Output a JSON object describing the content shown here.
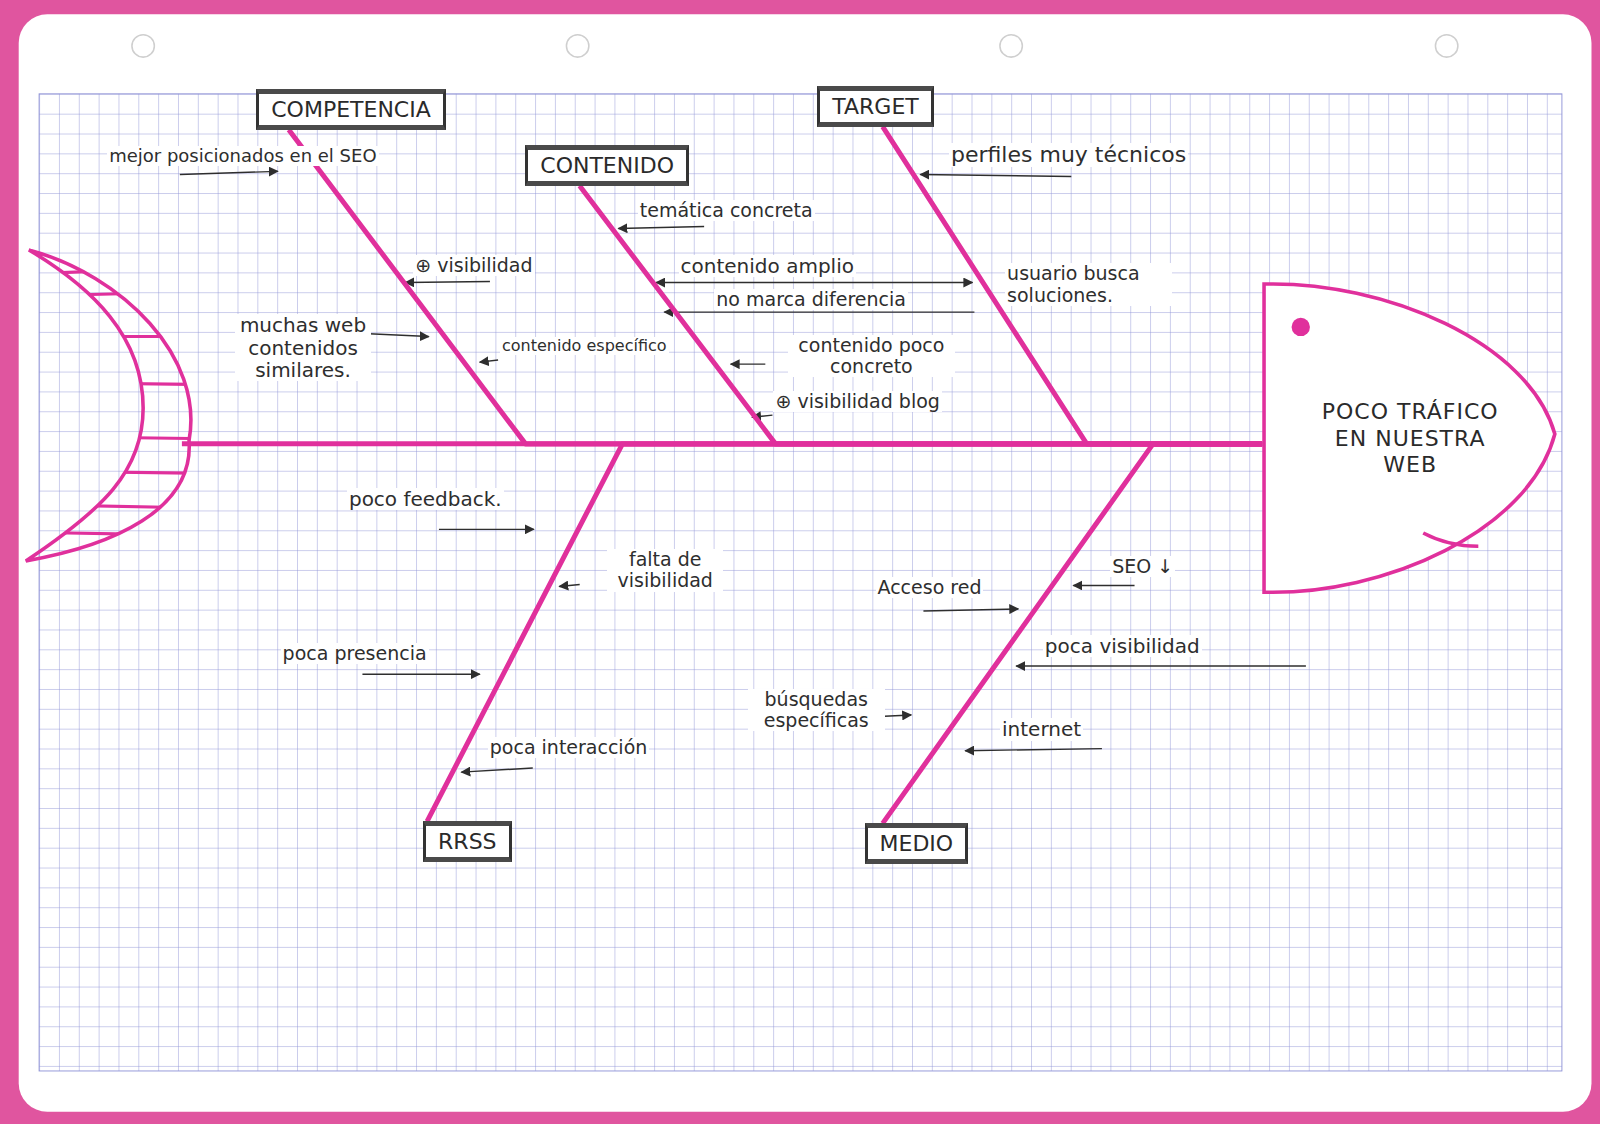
{
  "diagram": {
    "nodes": [
      {
        "text": [
          "COMPETENCIA"
        ]
      },
      {
        "text": [
          "CONTENIDO"
        ]
      },
      {
        "text": [
          "TARGET"
        ]
      },
      {
        "text": [
          "RRSS"
        ]
      },
      {
        "text": [
          "MEDIO"
        ]
      },
      {
        "text": [
          "POCO TRÁFICO EN NUESTRA WEB"
        ]
      }
    ],
    "edges": [
      {
        "from": 0,
        "to": 5,
        "arrow": "none"
      },
      {
        "from": 1,
        "to": 5,
        "arrow": "none"
      },
      {
        "from": 2,
        "to": 5,
        "arrow": "none"
      },
      {
        "from": 3,
        "to": 5,
        "arrow": "none"
      },
      {
        "from": 4,
        "to": 5,
        "arrow": "none"
      }
    ],
    "labels": [
      "mejor posicionados en el SEO",
      "⊕ visibilidad",
      "muchas web contenidos similares.",
      "contenido específico",
      "temática concreta",
      "contenido amplio",
      "no marca diferencia",
      "usuario busca soluciones.",
      "contenido poco concreto",
      "⊕ visibilidad blog",
      "perfiles muy técnicos",
      "poco feedback.",
      "falta de visibilidad",
      "poca presencia",
      "poca interacción",
      "búsquedas específicas",
      "Acceso red",
      "SEO ↓",
      "poca visibilidad",
      "internet"
    ]
  }
}
